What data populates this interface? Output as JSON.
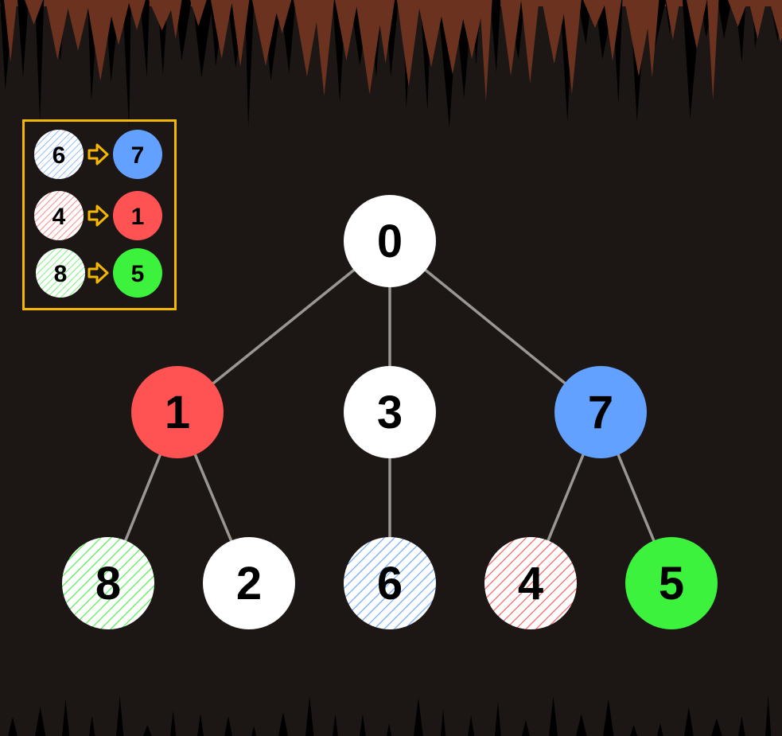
{
  "colors": {
    "background": "#1c1715",
    "edge": "#9a9690",
    "white_node": "#ffffff",
    "red": "#ff5252",
    "blue": "#62a1ff",
    "green": "#3df23d",
    "legend_border": "#f5b800",
    "stalactite_dark": "#000000",
    "stalactite_brown": "#6b3220"
  },
  "tree": {
    "nodes": [
      {
        "id": "0",
        "label": "0",
        "style": "white"
      },
      {
        "id": "1",
        "label": "1",
        "style": "red"
      },
      {
        "id": "3",
        "label": "3",
        "style": "white"
      },
      {
        "id": "7",
        "label": "7",
        "style": "blue"
      },
      {
        "id": "8",
        "label": "8",
        "style": "green-hatch"
      },
      {
        "id": "2",
        "label": "2",
        "style": "white"
      },
      {
        "id": "6",
        "label": "6",
        "style": "blue-hatch"
      },
      {
        "id": "4",
        "label": "4",
        "style": "red-hatch"
      },
      {
        "id": "5",
        "label": "5",
        "style": "green"
      }
    ],
    "edges": [
      [
        "0",
        "1"
      ],
      [
        "0",
        "3"
      ],
      [
        "0",
        "7"
      ],
      [
        "1",
        "8"
      ],
      [
        "1",
        "2"
      ],
      [
        "3",
        "6"
      ],
      [
        "7",
        "4"
      ],
      [
        "7",
        "5"
      ]
    ]
  },
  "legend": {
    "items": [
      {
        "from": "6",
        "from_style": "blue-hatch",
        "arrow_icon": "arrow-right-icon",
        "to": "7",
        "to_style": "blue"
      },
      {
        "from": "4",
        "from_style": "red-hatch",
        "arrow_icon": "arrow-right-icon",
        "to": "1",
        "to_style": "red"
      },
      {
        "from": "8",
        "from_style": "green-hatch",
        "arrow_icon": "arrow-right-icon",
        "to": "5",
        "to_style": "green"
      }
    ]
  }
}
